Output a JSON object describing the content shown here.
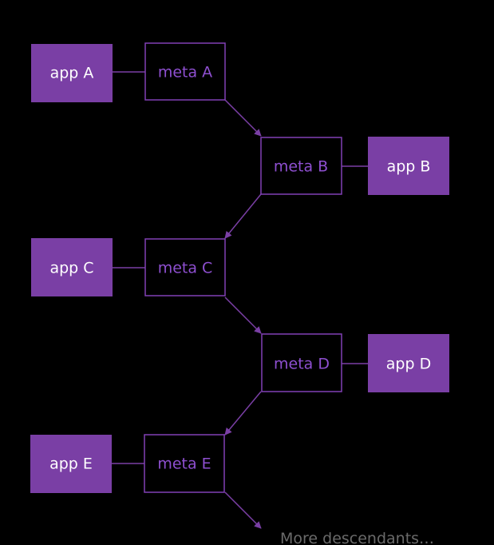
{
  "colors": {
    "background": "#000000",
    "app_fill": "#7a3fa5",
    "meta_stroke": "#8140b5",
    "meta_text": "#8e4fd0",
    "connector": "#7a3fa5",
    "app_text": "#ffffff",
    "footer_text": "#6a6a6a"
  },
  "nodes": {
    "app_a": "app A",
    "meta_a": "meta A",
    "meta_b": "meta B",
    "app_b": "app B",
    "app_c": "app C",
    "meta_c": "meta C",
    "meta_d": "meta D",
    "app_d": "app D",
    "app_e": "app E",
    "meta_e": "meta E"
  },
  "footer": {
    "more_descendants": "More descendants…"
  }
}
